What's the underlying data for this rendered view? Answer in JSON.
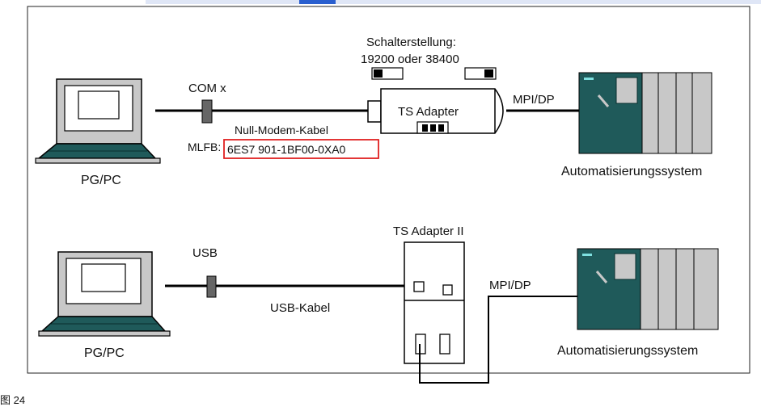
{
  "top": {
    "switch_title": "Schalterstellung:",
    "switch_values": "19200 oder 38400",
    "port_label": "COM x",
    "cable_label": "Null-Modem-Kabel",
    "mlfb_prefix": "MLFB:",
    "mlfb_number": "6ES7 901-1BF00-0XA0",
    "adapter_label": "TS Adapter",
    "bus_label": "MPI/DP",
    "pc_caption": "PG/PC",
    "system_caption": "Automatisierungssystem"
  },
  "bottom": {
    "port_label": "USB",
    "cable_label": "USB-Kabel",
    "adapter_label": "TS Adapter II",
    "bus_label": "MPI/DP",
    "pc_caption": "PG/PC",
    "system_caption": "Automatisierungssystem"
  },
  "figure_caption": "图 24",
  "colors": {
    "laptop_screen": "#1f5a5a",
    "laptop_body": "#c8c8c8",
    "plc_main": "#1f5a5a",
    "plc_modules": "#c8c8c8",
    "highlight": "#e02020",
    "top_bar": "#2a5fcf"
  }
}
